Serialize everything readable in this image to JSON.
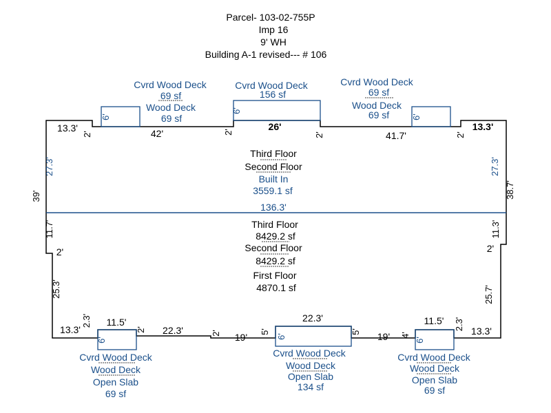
{
  "header": {
    "line1": "Parcel- 103-02-755P",
    "line2": "Imp 16",
    "line3": "9' WH",
    "line4": "Building A-1 revised--- # 106"
  },
  "colors": {
    "outline": "#000000",
    "deck": "#1a4f8a",
    "divider": "#1a4f8a"
  },
  "top_decks": {
    "left": {
      "l1": "Cvrd Wood Deck",
      "l2": "69 sf",
      "l3": "Wood Deck",
      "l4": "69 sf",
      "side": "6'"
    },
    "center": {
      "l1": "Cvrd Wood Deck",
      "l2": "156 sf",
      "side": "6'"
    },
    "right": {
      "l1": "Cvrd Wood Deck",
      "l2": "69 sf",
      "l3": "Wood Deck",
      "l4": "69 sf",
      "side": "6'"
    }
  },
  "upper_section": {
    "l1": "Third Floor",
    "l2": "Second Floor",
    "l3": "Built In",
    "l4": "3559.1 sf",
    "divider_length": "136.3'"
  },
  "lower_section": {
    "l1": "Third Floor",
    "l2": "8429.2 sf",
    "l3": "Second Floor",
    "l4": "8429.2 sf",
    "l5": "First Floor",
    "l6": "4870.1 sf"
  },
  "top_dims": {
    "left_end": "13.3'",
    "left_step": "2'",
    "left_run": "42'",
    "center_step_left": "2'",
    "center_run": "26'",
    "center_step_right": "2'",
    "right_run": "41.7'",
    "right_step": "2'",
    "right_end": "13.3'"
  },
  "side_dims": {
    "left_upper": "27.3'",
    "left_total": "39'",
    "left_lower": "11.7'",
    "left_jog": "2'",
    "left_bottom": "25.3'",
    "right_upper": "27.3'",
    "right_total": "38.7'",
    "right_lower": "11.3'",
    "right_jog": "2'",
    "right_bottom": "25.7'"
  },
  "bottom_dims": {
    "left_end": "13.3'",
    "left_deck_side": "2.3'",
    "left_deck_width": "11.5'",
    "left_deck_right": "2'",
    "left_run": "22.3'",
    "left_step": "2'",
    "left_mid_run": "19'",
    "center_left": "5'",
    "center_width": "22.3'",
    "center_right": "5'",
    "right_mid_run": "19'",
    "right_step": "4'",
    "right_deck_width": "11.5'",
    "right_deck_side": "2.3'",
    "right_end": "13.3'"
  },
  "bottom_decks": {
    "left": {
      "l1": "Cvrd Wood Deck",
      "l2": "Wood Deck",
      "l3": "Open Slab",
      "l4": "69 sf",
      "side": "6'"
    },
    "center": {
      "l1": "Cvrd Wood Deck",
      "l2": "Wood Deck",
      "l3": "Open Slab",
      "l4": "134 sf",
      "side": "6'"
    },
    "right": {
      "l1": "Cvrd Wood Deck",
      "l2": "Wood Deck",
      "l3": "Open Slab",
      "l4": "69 sf",
      "side": "6'"
    }
  }
}
